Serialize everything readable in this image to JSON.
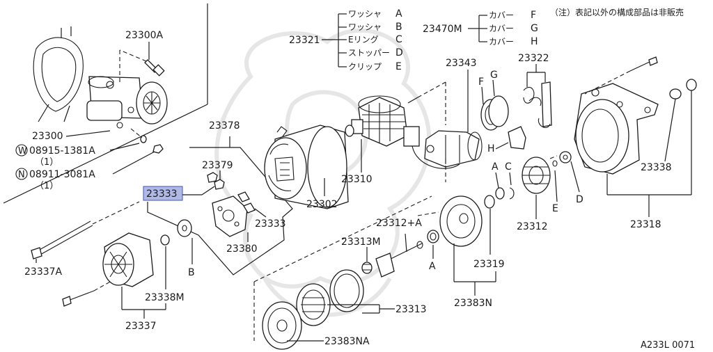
{
  "note": "（注）表記以外の構成部品は非販売",
  "figure_code": "A233L 0071",
  "legend_23321": {
    "part": "23321",
    "items": [
      {
        "name": "ワッシャ",
        "letter": "A"
      },
      {
        "name": "ワッシャ",
        "letter": "B"
      },
      {
        "name": "Eリング",
        "letter": "C"
      },
      {
        "name": "ストッパー",
        "letter": "D"
      },
      {
        "name": "クリップ",
        "letter": "E"
      }
    ]
  },
  "legend_23470M": {
    "part": "23470M",
    "items": [
      {
        "name": "カバー",
        "letter": "F"
      },
      {
        "name": "カバー",
        "letter": "G"
      },
      {
        "name": "カバー",
        "letter": "H"
      }
    ]
  },
  "inset": {
    "p23300A": "23300A",
    "p23300": "23300",
    "w_mark": "W",
    "w_part": "08915-1381A",
    "w_qty": "（1）",
    "n_mark": "N",
    "n_part": "08911-3081A",
    "n_qty": "（1）"
  },
  "labels": {
    "p23378": "23378",
    "p23379": "23379",
    "p23333_hl": "23333",
    "p23333": "23333",
    "p23380": "23380",
    "p23302": "23302",
    "p23310": "23310",
    "p23343": "23343",
    "p23322": "23322",
    "p23338": "23338",
    "p23318": "23318",
    "p23312": "23312",
    "p23312A": "23312+A",
    "p23313M": "23313M",
    "p23319": "23319",
    "p23383N": "23383N",
    "p23313": "23313",
    "p23383NA": "23383NA",
    "p23337A": "23337A",
    "p23338M": "23338M",
    "p23337": "23337",
    "B": "B",
    "A1": "A",
    "A2": "A",
    "C": "C",
    "D": "D",
    "E": "E",
    "F": "F",
    "G": "G",
    "H": "H"
  }
}
